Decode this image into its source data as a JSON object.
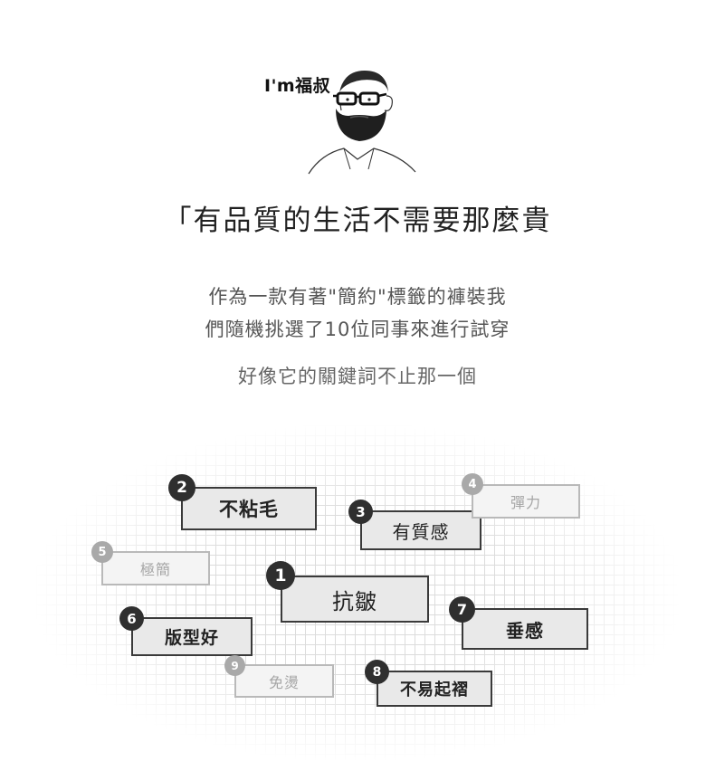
{
  "header": {
    "brand": "I'm福叔",
    "portrait_icon": "bearded-man-with-glasses-illustration"
  },
  "headline": "「有品質的生活不需要那麼貴",
  "intro": {
    "line1": "作為一款有著\"簡約\"標籤的褲裝我",
    "line2": "們隨機挑選了10位同事來進行試穿",
    "line3": "好像它的關鍵詞不止那一個"
  },
  "keywords": [
    {
      "rank": "1",
      "label": "抗皺",
      "style": "strong"
    },
    {
      "rank": "2",
      "label": "不粘毛",
      "style": "strong"
    },
    {
      "rank": "3",
      "label": "有質感",
      "style": "strong"
    },
    {
      "rank": "4",
      "label": "彈力",
      "style": "light"
    },
    {
      "rank": "5",
      "label": "極簡",
      "style": "light"
    },
    {
      "rank": "6",
      "label": "版型好",
      "style": "strong"
    },
    {
      "rank": "7",
      "label": "垂感",
      "style": "strong"
    },
    {
      "rank": "8",
      "label": "不易起褶",
      "style": "strong"
    },
    {
      "rank": "9",
      "label": "免燙",
      "style": "light"
    }
  ],
  "colors": {
    "strong_border": "#3a3a3a",
    "strong_badge": "#2f2f2f",
    "light_border": "#b9b9b9",
    "light_badge": "#a9a9a9"
  }
}
